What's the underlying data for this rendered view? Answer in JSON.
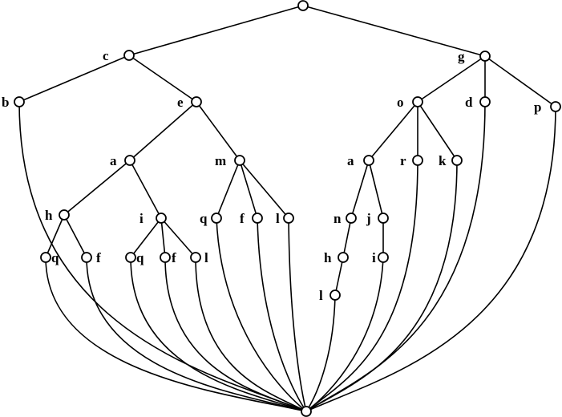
{
  "labels": {
    "c": "c",
    "b": "b",
    "e": "e",
    "a1": "a",
    "m": "m",
    "h1": "h",
    "i1": "i",
    "q1": "q",
    "f1": "f",
    "q2": "q",
    "f2": "f",
    "l1": "l",
    "q3": "q",
    "f3": "f",
    "l2": "l",
    "g": "g",
    "o": "o",
    "d": "d",
    "p": "p",
    "a2": "a",
    "r": "r",
    "k": "k",
    "n": "n",
    "j": "j",
    "h2": "h",
    "i2": "i",
    "l3": "l"
  },
  "colors": {
    "stroke": "#000000",
    "node_fill": "#ffffff",
    "background": "#ffffff"
  }
}
